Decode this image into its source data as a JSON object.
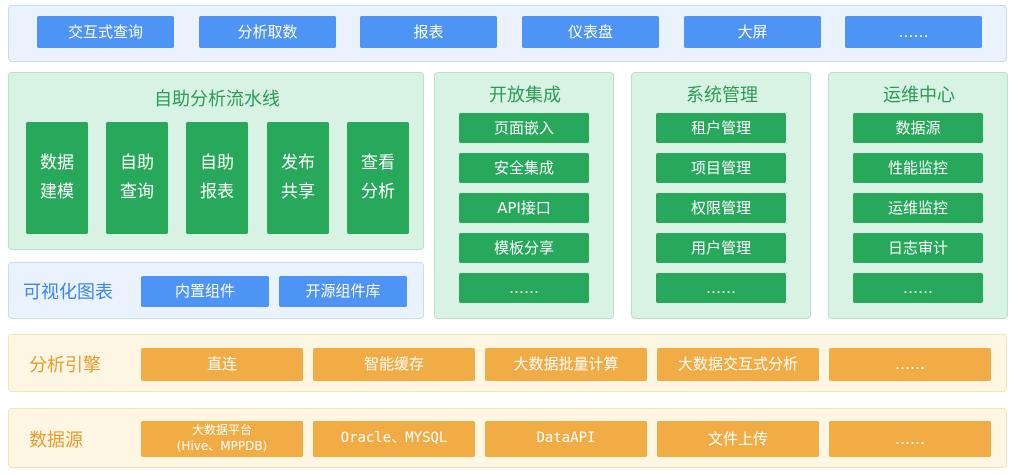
{
  "top_bar": {
    "items": [
      "交互式查询",
      "分析取数",
      "报表",
      "仪表盘",
      "大屏",
      "……"
    ]
  },
  "pipeline": {
    "title": "自助分析流水线",
    "steps": [
      {
        "line1": "数据",
        "line2": "建模"
      },
      {
        "line1": "自助",
        "line2": "查询"
      },
      {
        "line1": "自助",
        "line2": "报表"
      },
      {
        "line1": "发布",
        "line2": "共享"
      },
      {
        "line1": "查看",
        "line2": "分析"
      }
    ]
  },
  "visualization": {
    "title": "可视化图表",
    "items": [
      "内置组件",
      "开源组件库"
    ]
  },
  "open_integration": {
    "title": "开放集成",
    "items": [
      "页面嵌入",
      "安全集成",
      "API接口",
      "模板分享",
      "……"
    ]
  },
  "system_management": {
    "title": "系统管理",
    "items": [
      "租户管理",
      "项目管理",
      "权限管理",
      "用户管理",
      "……"
    ]
  },
  "ops_center": {
    "title": "运维中心",
    "items": [
      "数据源",
      "性能监控",
      "运维监控",
      "日志审计",
      "……"
    ]
  },
  "analysis_engine": {
    "title": "分析引擎",
    "items": [
      "直连",
      "智能缓存",
      "大数据批量计算",
      "大数据交互式分析",
      "……"
    ]
  },
  "data_source": {
    "title": "数据源",
    "bigdata_line1": "大数据平台",
    "bigdata_line2": "(Hive、MPPDB)",
    "items": [
      "Oracle、MYSQL",
      "DataAPI",
      "文件上传",
      "……"
    ]
  },
  "colors": {
    "blue": "#4d94f5",
    "green": "#28a85a",
    "orange": "#f2ac45"
  }
}
